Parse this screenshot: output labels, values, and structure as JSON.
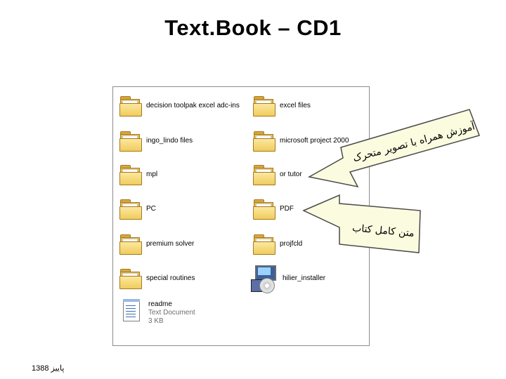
{
  "title": "Text.Book – CD1",
  "explorer": {
    "items": [
      {
        "label": "decision toolpak excel adc-ins",
        "type": "folder"
      },
      {
        "label": "excel files",
        "type": "folder"
      },
      {
        "label": "ingo_lindo files",
        "type": "folder"
      },
      {
        "label": "microsoft project 2000",
        "type": "folder"
      },
      {
        "label": "mpl",
        "type": "folder"
      },
      {
        "label": "or tutor",
        "type": "folder"
      },
      {
        "label": "PC",
        "type": "folder"
      },
      {
        "label": "PDF",
        "type": "folder"
      },
      {
        "label": "premium solver",
        "type": "folder"
      },
      {
        "label": "projfcld",
        "type": "folder"
      },
      {
        "label": "special routines",
        "type": "folder"
      },
      {
        "label": "hilier_installer",
        "type": "installer"
      }
    ],
    "readme": {
      "name": "readme",
      "kind": "Text Document",
      "size": "3 KB"
    }
  },
  "callouts": {
    "top": "آموزش همراه با تصویر متحرک",
    "bottom": "متن کامل کتاب"
  },
  "footer": "پاییز 1388",
  "colors": {
    "callout_fill": "#fbfbe0",
    "callout_stroke": "#4a4a4a",
    "folder": "#f1cc5c"
  }
}
